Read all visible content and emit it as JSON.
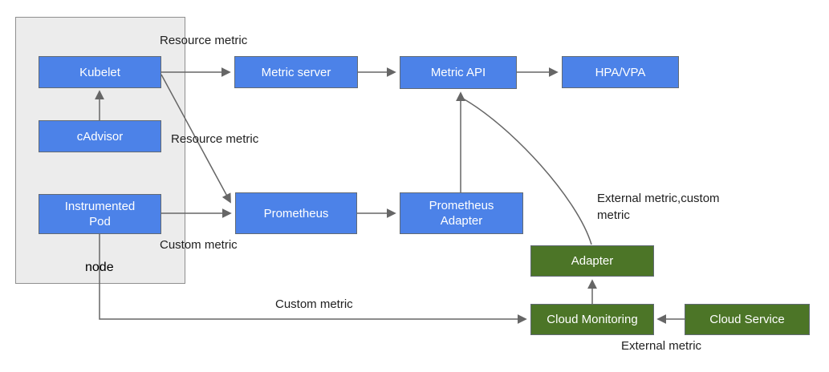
{
  "colors": {
    "blue": "#4c82e8",
    "green": "#4c7527",
    "box_border": "#616a74",
    "node_group_fill": "#ececec",
    "node_group_border": "#8f8f8f",
    "arrow": "#666666",
    "label_text": "#212121"
  },
  "nodes": {
    "kubelet": {
      "label": "Kubelet"
    },
    "cadvisor": {
      "label": "cAdvisor"
    },
    "instrumented_pod": {
      "label": "Instrumented Pod"
    },
    "metric_server": {
      "label": "Metric server"
    },
    "metric_api": {
      "label": "Metric API"
    },
    "hpa_vpa": {
      "label": "HPA/VPA"
    },
    "prometheus": {
      "label": "Prometheus"
    },
    "prometheus_adapter": {
      "label": "Prometheus Adapter"
    },
    "adapter": {
      "label": "Adapter"
    },
    "cloud_monitoring": {
      "label": "Cloud Monitoring"
    },
    "cloud_service": {
      "label": "Cloud Service"
    }
  },
  "group": {
    "label": "node"
  },
  "edge_labels": {
    "resource_metric_top": "Resource metric",
    "resource_metric_mid": "Resource metric",
    "custom_metric_pod": "Custom metric",
    "custom_metric_flow": "Custom metric",
    "external_custom_metric": "External metric,custom metric",
    "external_metric": "External metric"
  }
}
